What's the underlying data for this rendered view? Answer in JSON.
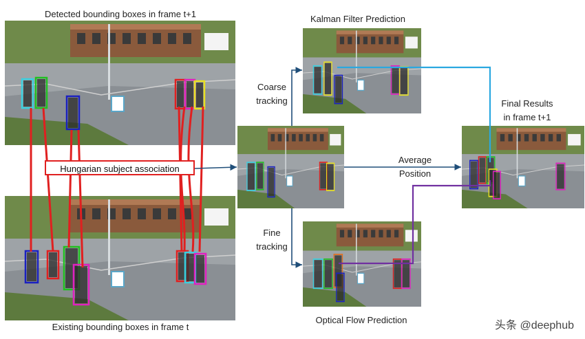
{
  "labels": {
    "detected": "Detected bounding boxes in frame t+1",
    "existing": "Existing bounding boxes in frame t",
    "kalman": "Kalman Filter Prediction",
    "optical": "Optical Flow Prediction",
    "coarse_line1": "Coarse",
    "coarse_line2": "tracking",
    "fine_line1": "Fine",
    "fine_line2": "tracking",
    "average_line1": "Average",
    "average_line2": "Position",
    "final_line1": "Final Results",
    "final_line2": "in frame t+1",
    "association": "Hungarian subject association"
  },
  "watermark": "头条 @deephub",
  "colors": {
    "association_line": "#e02020",
    "arrow": "#1f4e79",
    "kalman_link": "#2aa8e0",
    "optical_link": "#7030a0",
    "box_cyan": "#39d0e0",
    "box_green": "#20c020",
    "box_blue": "#1a20c0",
    "box_red": "#e02020",
    "box_magenta": "#e020c0",
    "box_yellow": "#e8e020",
    "box_orange": "#e07020"
  }
}
